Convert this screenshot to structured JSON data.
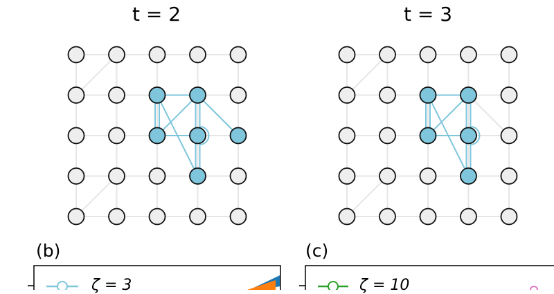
{
  "grids": [
    {
      "title": "t = 2",
      "active_nodes": [
        [
          2,
          1
        ],
        [
          3,
          1
        ],
        [
          2,
          2
        ],
        [
          4,
          2
        ],
        [
          3,
          2
        ],
        [
          3,
          3
        ]
      ],
      "gray_edges": [
        [
          [
            0,
            1
          ],
          [
            1,
            0
          ]
        ],
        [
          [
            0,
            4
          ],
          [
            1,
            3
          ]
        ]
      ],
      "blue_edges": [
        [
          [
            2,
            1
          ],
          [
            3,
            1
          ]
        ],
        [
          [
            2,
            2
          ],
          [
            3,
            1
          ]
        ],
        [
          [
            2,
            1
          ],
          [
            2,
            2
          ]
        ],
        [
          [
            2,
            1
          ],
          [
            3,
            3
          ]
        ],
        [
          [
            3,
            1
          ],
          [
            4,
            2
          ]
        ],
        [
          [
            3,
            1
          ],
          [
            3,
            3
          ]
        ],
        [
          [
            2,
            2
          ],
          [
            3,
            2
          ]
        ]
      ]
    },
    {
      "title": "t = 3",
      "active_nodes": [
        [
          2,
          1
        ],
        [
          3,
          1
        ],
        [
          2,
          2
        ],
        [
          3,
          2
        ],
        [
          3,
          3
        ]
      ],
      "gray_edges": [
        [
          [
            0,
            1
          ],
          [
            1,
            0
          ]
        ],
        [
          [
            0,
            4
          ],
          [
            1,
            3
          ]
        ],
        [
          [
            3,
            1
          ],
          [
            4,
            2
          ]
        ]
      ],
      "blue_edges": [
        [
          [
            2,
            1
          ],
          [
            3,
            1
          ]
        ],
        [
          [
            2,
            2
          ],
          [
            3,
            1
          ]
        ],
        [
          [
            2,
            1
          ],
          [
            2,
            2
          ]
        ],
        [
          [
            2,
            1
          ],
          [
            3,
            3
          ]
        ],
        [
          [
            3,
            1
          ],
          [
            3,
            3
          ]
        ],
        [
          [
            2,
            2
          ],
          [
            3,
            2
          ]
        ]
      ]
    }
  ],
  "panels": [
    {
      "label": "(b)",
      "legend": "ζ = 3"
    },
    {
      "label": "(c)",
      "legend": "ζ = 10"
    }
  ],
  "colors": {
    "node_fill": "#eeeeee",
    "active_fill": "#7fc6dc",
    "node_stroke": "#111111",
    "grid_line": "#e6e6e6",
    "blue_edge": "#7fc6dc",
    "green": "#2ca02c",
    "orange": "#ff7f0e",
    "steel_blue": "#1f77b4",
    "pink": "#e377c2"
  }
}
